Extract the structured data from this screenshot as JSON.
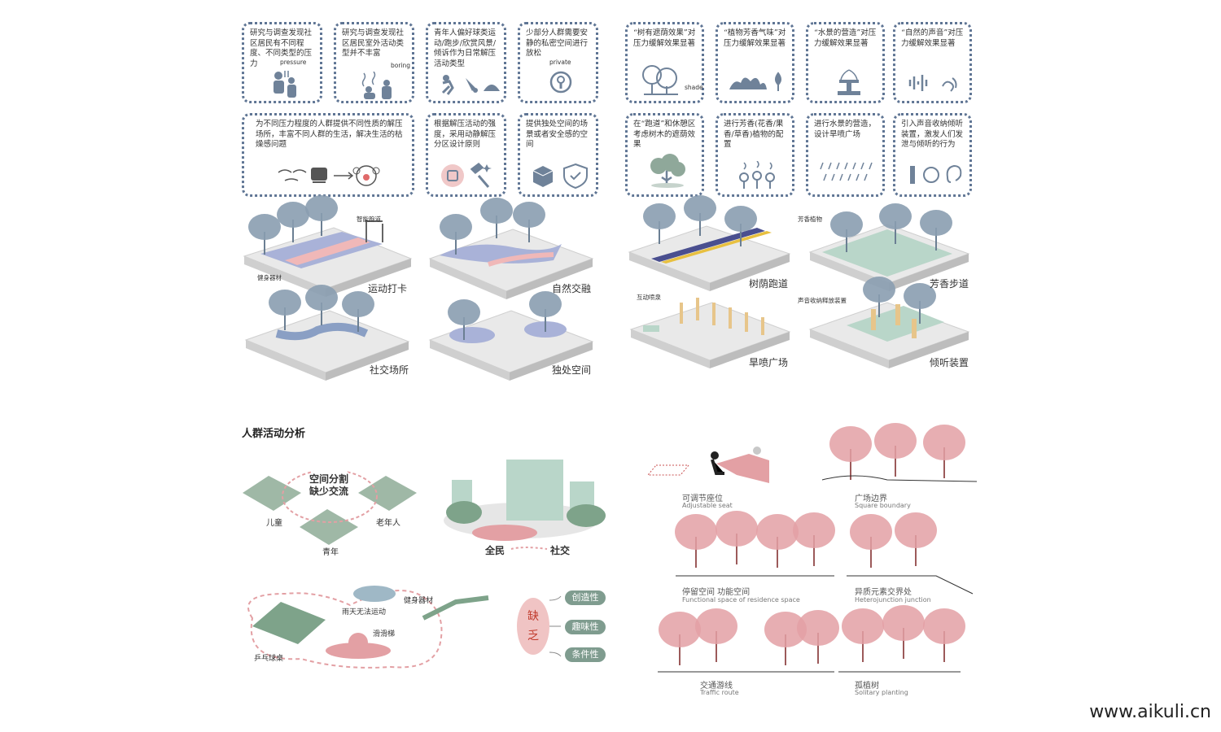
{
  "cards_left": [
    {
      "text": "研究与调查发现社区居民有不同程度、不同类型的压力",
      "tag": "pressure",
      "icon": "stressed-person-icon"
    },
    {
      "text": "研究与调查发现社区居民室外活动类型并不丰富",
      "tag": "boring",
      "icon": "bored-person-icon"
    },
    {
      "text": "青年人偏好球类运动/跑步/欣赏风景/倾诉作为日常解压活动类型",
      "tag": "",
      "icon": "sports-icon"
    },
    {
      "text": "少部分人群需要安静的私密空间进行放松",
      "tag": "private",
      "icon": "lock-icon"
    },
    {
      "text": "为不同压力程度的人群提供不同性质的解压场所，丰富不同人群的生活，解决生活的枯燥感问题",
      "tag": "",
      "icon": "mood-faces-icon"
    },
    {
      "text": "根据解压活动的强度，采用动静解压分区设计原则",
      "tag": "",
      "icon": "zoning-icon"
    },
    {
      "text": "提供独处空间的场景或者安全感的空间",
      "tag": "",
      "icon": "shield-icon"
    }
  ],
  "cards_right": [
    {
      "text": "“树有遮荫效果”对压力缓解效果显著",
      "tag": "shade",
      "icon": "tree-icon"
    },
    {
      "text": "“植物芳香气味”对压力缓解效果显著",
      "tag": "",
      "icon": "flower-icon"
    },
    {
      "text": "“水景的营造”对压力缓解效果显著",
      "tag": "",
      "icon": "fountain-icon"
    },
    {
      "text": "“自然的声音”对压力缓解效果显著",
      "tag": "",
      "icon": "sound-icon"
    },
    {
      "text": "在“跑道”和休憩区考虑树木的遮荫效果",
      "tag": "",
      "icon": "tree-shade-icon"
    },
    {
      "text": "进行芳香(花香/果香/草香)植物的配置",
      "tag": "",
      "icon": "aroma-icon"
    },
    {
      "text": "进行水景的营造，设计旱喷广场",
      "tag": "",
      "icon": "rain-icon"
    },
    {
      "text": "引入声音收纳倾听装置，激发人们发泄与倾听的行为",
      "tag": "",
      "icon": "ear-icon"
    }
  ],
  "scenes": {
    "sport": "运动打卡",
    "nature": "自然交融",
    "social": "社交场所",
    "alone": "独处空间",
    "shade_run": "树荫跑道",
    "aroma_walk": "芳香步道",
    "dry_fountain": "旱喷广场",
    "listen": "倾听装置",
    "smart_track": "智能跑道",
    "fitness": "健身器材",
    "aroma_plants": "芳香植物",
    "interactive_fountain": "互动喷泉",
    "sound_device": "声音收纳释放装置"
  },
  "crowd": {
    "title": "人群活动分析",
    "split": "空间分割\n缺少交流",
    "children": "儿童",
    "elders": "老年人",
    "youth": "青年",
    "all": "全民",
    "social": "社交",
    "rain": "雨天无法运动",
    "equip": "健身器材",
    "slide": "滑滑梯",
    "pingpong": "乒乓球桌",
    "lack": "缺\n乏",
    "lack_items": [
      "创造性",
      "趣味性",
      "条件性"
    ]
  },
  "sections": [
    {
      "cn": "可调节座位",
      "en": "Adjustable seat"
    },
    {
      "cn": "广场边界",
      "en": "Square boundary"
    },
    {
      "cn": "停留空间  功能空间",
      "en": "Functional space of residence space"
    },
    {
      "cn": "异质元素交界处",
      "en": "Heterojunction junction"
    },
    {
      "cn": "交通游线",
      "en": "Traffic route"
    },
    {
      "cn": "孤植树",
      "en": "Solitary planting"
    }
  ],
  "watermark": "www.aikuli.cn",
  "colors": {
    "card_border": "#5f7594",
    "tree": "#7f93a8",
    "pink": "#e3a0a4",
    "green": "#8fa89a"
  }
}
